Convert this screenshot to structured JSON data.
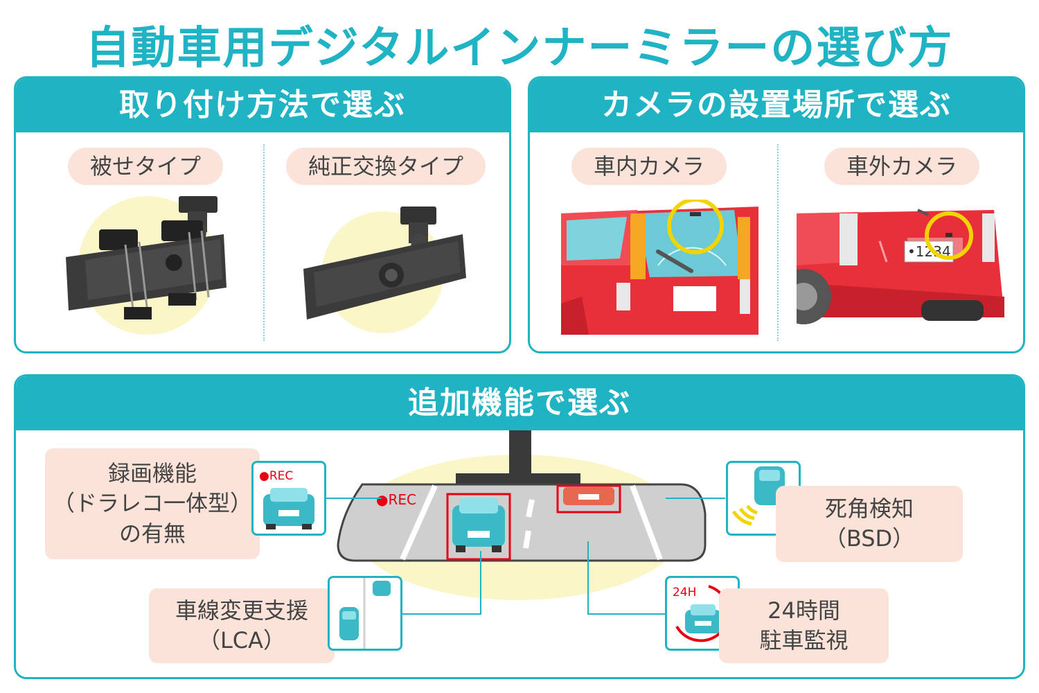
{
  "title": "自動車用デジタルインナーミラーの選び方",
  "mount": {
    "heading": "取り付け方法で選ぶ",
    "types": [
      "被せタイプ",
      "純正交換タイプ"
    ]
  },
  "camera": {
    "heading": "カメラの設置場所で選ぶ",
    "types": [
      "車内カメラ",
      "車外カメラ"
    ],
    "plate_text": "•1234"
  },
  "functions": {
    "heading": "追加機能で選ぶ",
    "rec_label": "●REC",
    "rec_icon_label": "●REC",
    "h24_icon_label": "24H",
    "items": {
      "recorder": [
        "録画機能",
        "（ドラレコ一体型）",
        "の有無"
      ],
      "bsd": [
        "死角検知",
        "（BSD）"
      ],
      "lca": [
        "車線変更支援",
        "（LCA）"
      ],
      "parking": [
        "24時間",
        "駐車監視"
      ]
    }
  },
  "colors": {
    "accent": "#20b3c4",
    "label_bg": "#fbe3da",
    "car_red": "#e8303a",
    "car_teal": "#3bb9c6",
    "highlight_yellow": "#f2d400",
    "rec_red": "#e60012"
  }
}
